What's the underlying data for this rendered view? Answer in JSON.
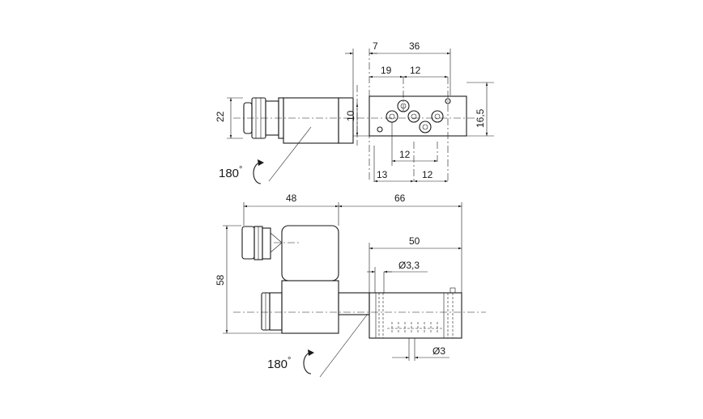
{
  "top_view": {
    "dims": {
      "d7": "7",
      "d36": "36",
      "d19": "19",
      "d12_top": "12",
      "d22": "22",
      "d10": "10",
      "d16_5": "16,5",
      "d12_mid": "12",
      "d13": "13",
      "d12_bottom": "12"
    },
    "rotation": {
      "value": "180",
      "unit": "°"
    }
  },
  "side_view": {
    "dims": {
      "d48": "48",
      "d66": "66",
      "d50": "50",
      "d_dia33": "Ø3,3",
      "d58": "58",
      "d_dia3": "Ø3"
    },
    "rotation": {
      "value": "180",
      "unit": "°"
    }
  }
}
